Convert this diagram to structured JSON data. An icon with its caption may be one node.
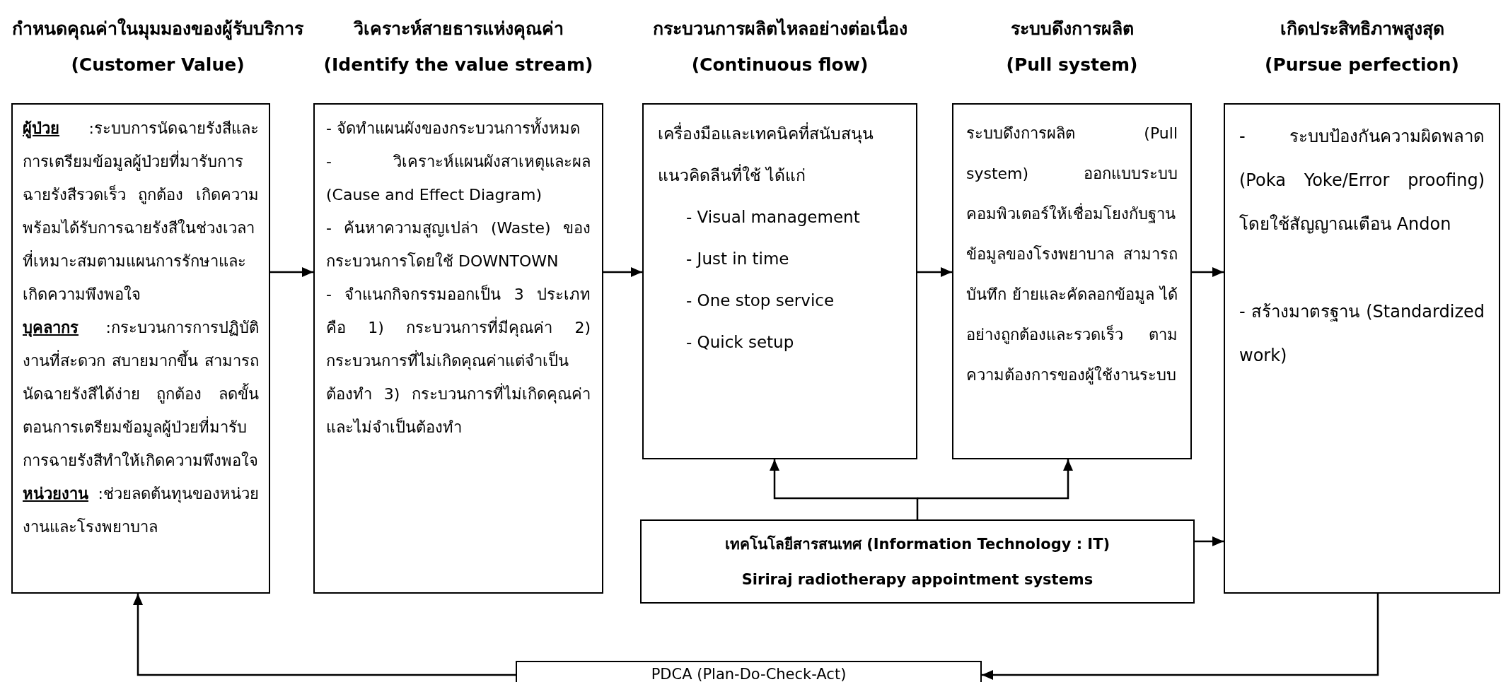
{
  "diagram": {
    "nodes": [
      {
        "text": [
          "กำหนดคุณค่าในมุมมองของผู้รับบริการ",
          "(Customer Value)",
          "**ผู้ป่วย** :ระบบการนัดฉายรังสีและการเตรียมข้อมูลผู้ป่วยที่มารับการฉายรังสีรวดเร็ว ถูกต้อง เกิดความพร้อมได้รับการฉายรังสีในช่วงเวลาที่เหมาะสมตามแผนการรักษาและเกิดความพึงพอใจ",
          "**บุคลากร** :กระบวนการการปฏิบัติงานที่สะดวก สบายมากขึ้น สามารถนัดฉายรังสีได้ง่าย ถูกต้อง ลดขั้นตอนการเตรียมข้อมูลผู้ป่วยที่มารับการฉายรังสีทำให้เกิดความพึงพอใจ",
          "**หน่วยงาน** :ช่วยลดต้นทุนของหน่วยงานและโรงพยาบาล"
        ]
      },
      {
        "text": [
          "วิเคราะห์สายธารแห่งคุณค่า",
          "(Identify the value stream)",
          "- จัดทำแผนผังของกระบวนการทั้งหมด",
          "- วิเคราะห์แผนผังสาเหตุและผล (Cause and Effect Diagram)",
          "- ค้นหาความสูญเปล่า (Waste) ของกระบวนการโดยใช้ DOWNTOWN",
          "- จำแนกกิจกรรมออกเป็น 3 ประเภท คือ 1) กระบวนการที่มีคุณค่า 2) กระบวนการที่ไม่เกิดคุณค่าแต่จำเป็นต้องทำ 3) กระบวนการที่ไม่เกิดคุณค่าและไม่จำเป็นต้องทำ"
        ]
      },
      {
        "text": [
          "กระบวนการผลิตไหลอย่างต่อเนื่อง",
          "(Continuous flow)",
          "เครื่องมือและเทคนิคที่สนับสนุนแนวคิดลีนที่ใช้ ได้แก่",
          "- Visual management",
          "- Just in time",
          "- One stop service",
          "- Quick setup"
        ]
      },
      {
        "text": [
          "ระบบดึงการผลิต",
          "(Pull system)",
          "ระบบดึงการผลิต (Pull system) ออกแบบระบบคอมพิวเตอร์ให้เชื่อมโยงกับฐานข้อมูลของโรงพยาบาล สามารถบันทึก ย้ายและคัดลอกข้อมูล ได้อย่างถูกต้องและรวดเร็ว ตามความต้องการของผู้ใช้งานระบบ"
        ]
      },
      {
        "text": [
          "เกิดประสิทธิภาพสูงสุด",
          "(Pursue perfection)",
          "- ระบบป้องกันความผิดพลาด (Poka Yoke/Error proofing) โดยใช้สัญญาณเตือน Andon",
          "- สร้างมาตรฐาน (Standardized work)"
        ]
      },
      {
        "text": [
          "เทคโนโลยีสารสนเทศ (Information Technology : IT)",
          "Siriraj radiotherapy appointment systems"
        ]
      },
      {
        "text": [
          "PDCA (Plan-Do-Check-Act)"
        ]
      }
    ],
    "edges": [
      {
        "from": 0,
        "to": 1,
        "arrow": "to"
      },
      {
        "from": 1,
        "to": 2,
        "arrow": "to"
      },
      {
        "from": 2,
        "to": 3,
        "arrow": "to"
      },
      {
        "from": 3,
        "to": 4,
        "arrow": "to"
      },
      {
        "from": 5,
        "to": 2,
        "arrow": "to"
      },
      {
        "from": 5,
        "to": 3,
        "arrow": "to"
      },
      {
        "from": 5,
        "to": 4,
        "arrow": "to"
      },
      {
        "from": 4,
        "to": 6,
        "arrow": "to"
      },
      {
        "from": 6,
        "to": 0,
        "arrow": "to"
      }
    ]
  }
}
